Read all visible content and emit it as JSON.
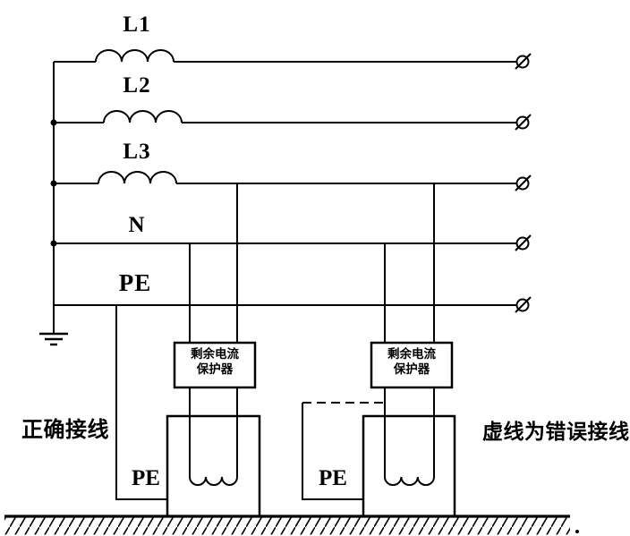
{
  "diagram": {
    "type": "electrical-wiring-schematic",
    "conductors": [
      {
        "label": "L1"
      },
      {
        "label": "L2"
      },
      {
        "label": "L3"
      },
      {
        "label": "N"
      },
      {
        "label": "PE"
      }
    ],
    "protector": {
      "line1": "剩余电流",
      "line2": "保护器"
    },
    "load_pe": {
      "left": "PE",
      "right": "PE"
    },
    "captions": {
      "left": "正确接线",
      "right": "虚线为错误接线"
    },
    "colors": {
      "line": "#000000",
      "background": "#ffffff"
    }
  }
}
